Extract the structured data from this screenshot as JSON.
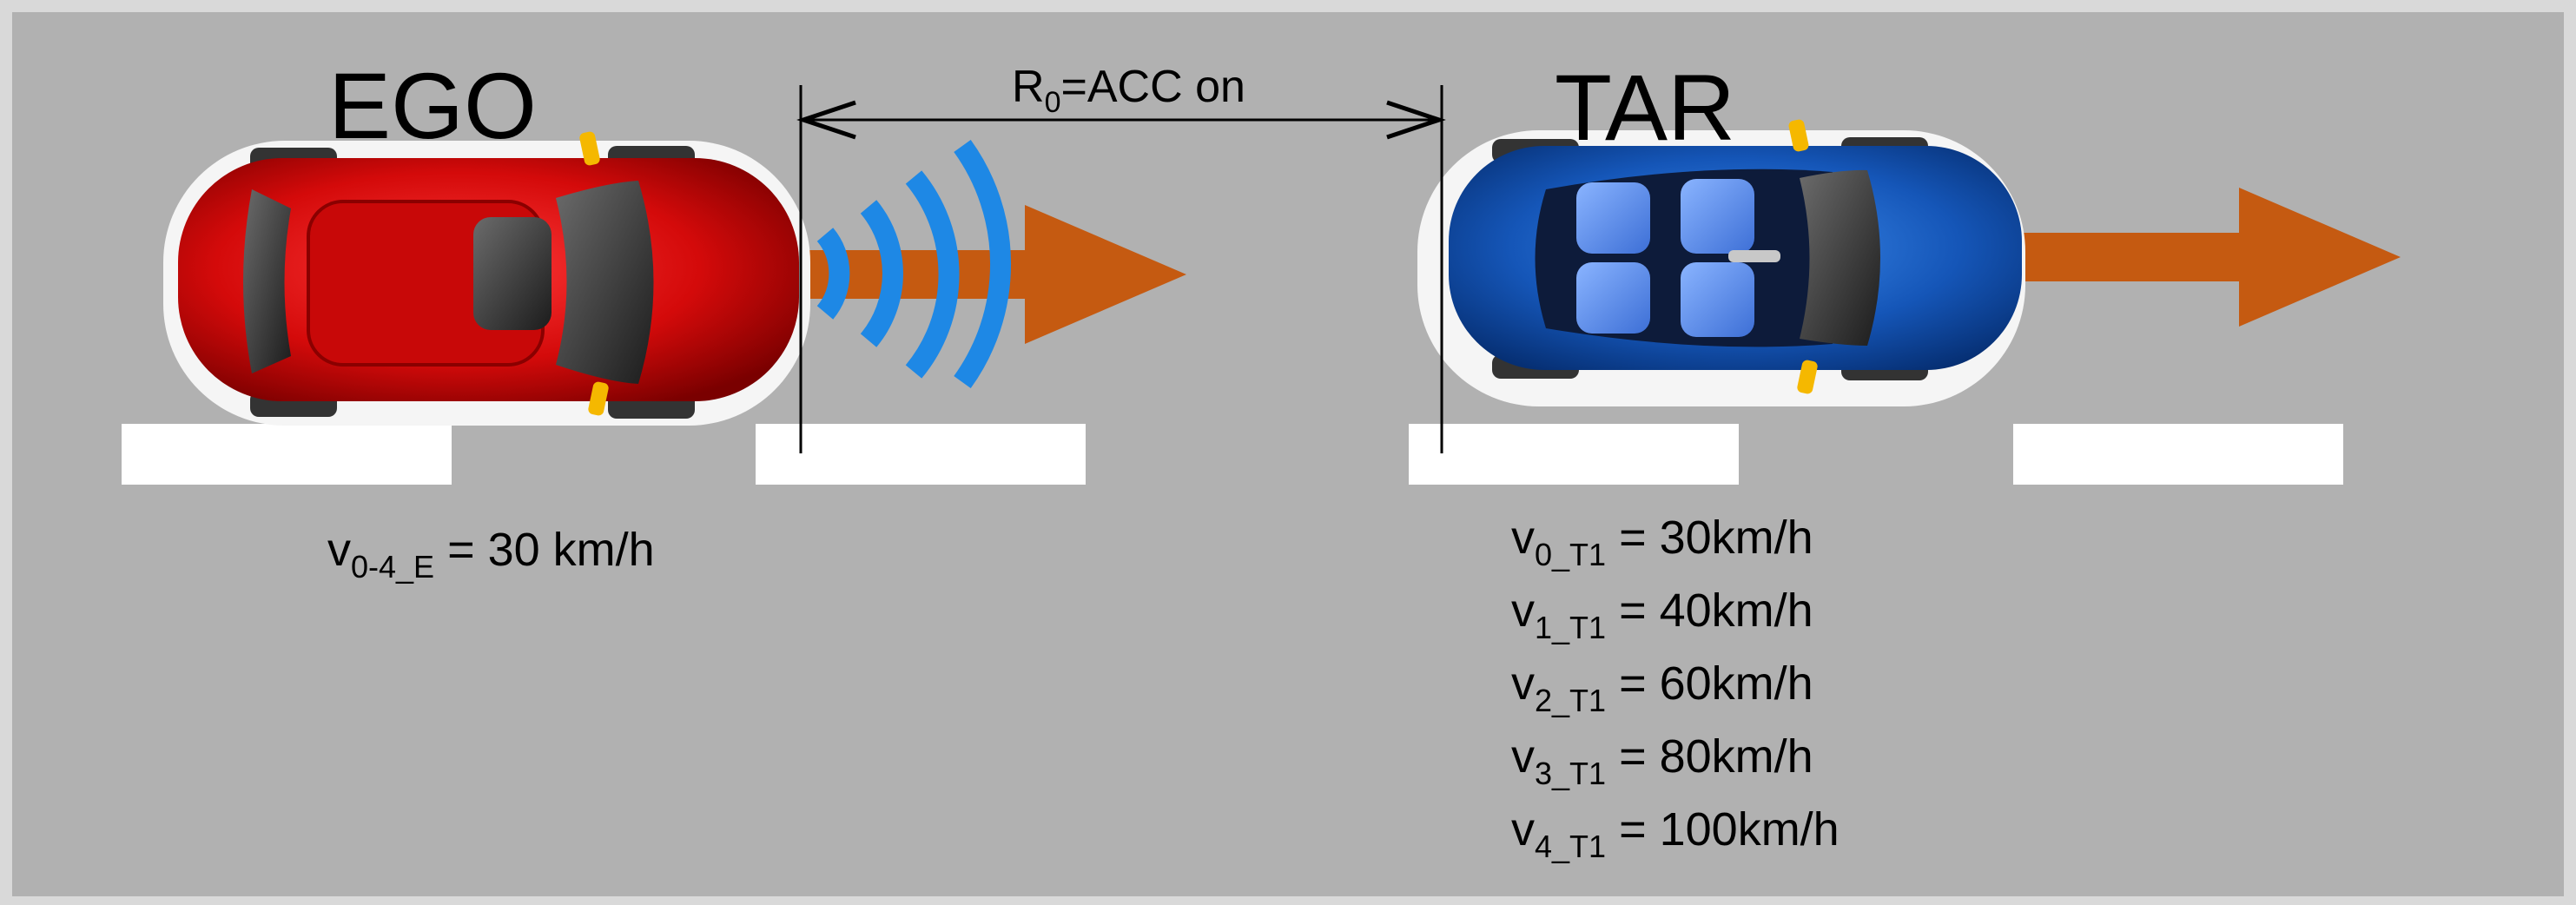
{
  "ego": {
    "label": "EGO",
    "speed": {
      "symbol": "v",
      "subscript": "0-4_E",
      "rest": " = 30 km/h"
    }
  },
  "target": {
    "label": "TAR",
    "speeds": [
      {
        "symbol": "v",
        "subscript": "0_T1",
        "rest": " = 30km/h"
      },
      {
        "symbol": "v",
        "subscript": "1_T1",
        "rest": " = 40km/h"
      },
      {
        "symbol": "v",
        "subscript": "2_T1",
        "rest": " = 60km/h"
      },
      {
        "symbol": "v",
        "subscript": "3_T1",
        "rest": " = 80km/h"
      },
      {
        "symbol": "v",
        "subscript": "4_T1",
        "rest": " = 100km/h"
      }
    ]
  },
  "range": {
    "symbol": "R",
    "subscript": "0",
    "rest": "=ACC on"
  },
  "colors": {
    "road": "#b1b1b1",
    "frame": "#d9d9d9",
    "lane_marking": "#ffffff",
    "ego_car": "#d40a0a",
    "target_car": "#1556b8",
    "motion_arrow": "#c55a11",
    "radar_waves": "#1e88e5",
    "mirror_accent": "#f5b800"
  },
  "icons": [
    "red-car-icon",
    "blue-car-icon",
    "radar-wave-icon",
    "motion-arrow-icon",
    "dimension-arrow-icon"
  ]
}
